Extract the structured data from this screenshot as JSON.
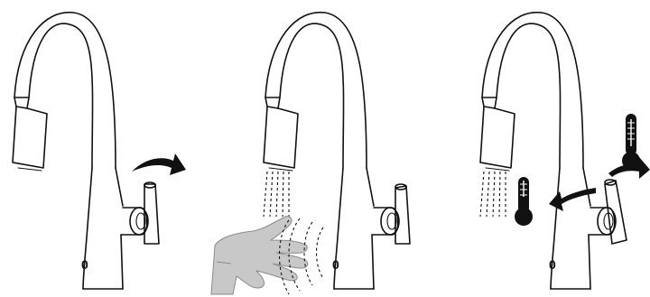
{
  "panels": [
    {
      "id": "lever-operation",
      "faucet_label": "0"
    },
    {
      "id": "sensor-operation",
      "faucet_label": "0"
    },
    {
      "id": "temperature-adjust",
      "faucet_label": "0"
    }
  ],
  "colors": {
    "outline": "#111111",
    "hand_fill": "#c8c8c8",
    "hand_stroke": "#8a8a8a",
    "handle_fill": "#ffffff"
  },
  "icons": {
    "arrow": "curved-arrow-icon",
    "thermometer_hot": "thermometer-hot-icon",
    "thermometer_cold": "thermometer-cold-icon",
    "sensor_waves": "sensor-waves-icon",
    "hand": "hand-icon",
    "water_spray": "water-spray-icon"
  }
}
